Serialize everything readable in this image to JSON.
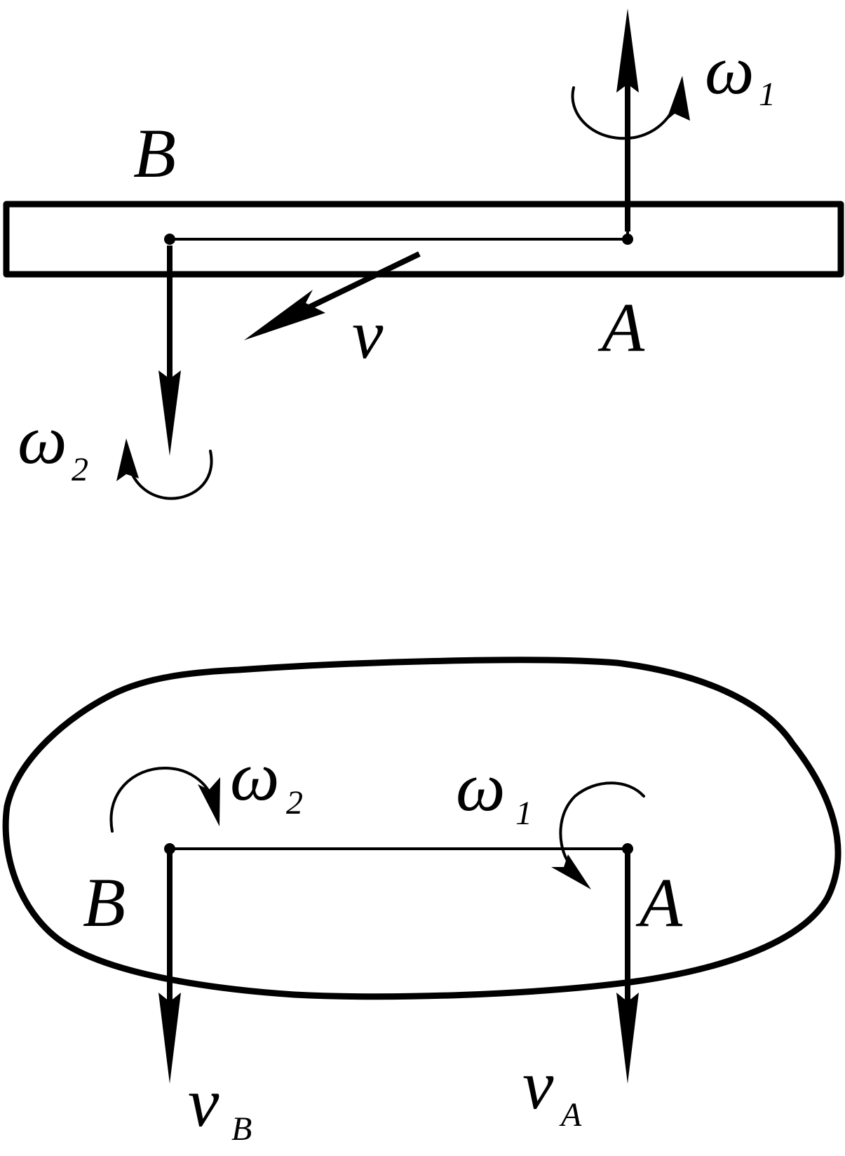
{
  "top_figure": {
    "label_B": "B",
    "label_A": "A",
    "label_v": "v",
    "omega1": {
      "symbol": "ω",
      "sub": "1"
    },
    "omega2": {
      "symbol": "ω",
      "sub": "2"
    }
  },
  "bottom_figure": {
    "label_B": "B",
    "label_A": "A",
    "omega1": {
      "symbol": "ω",
      "sub": "1"
    },
    "omega2": {
      "symbol": "ω",
      "sub": "2"
    },
    "vB": {
      "symbol": "v",
      "sub": "B"
    },
    "vA": {
      "symbol": "v",
      "sub": "A"
    }
  }
}
